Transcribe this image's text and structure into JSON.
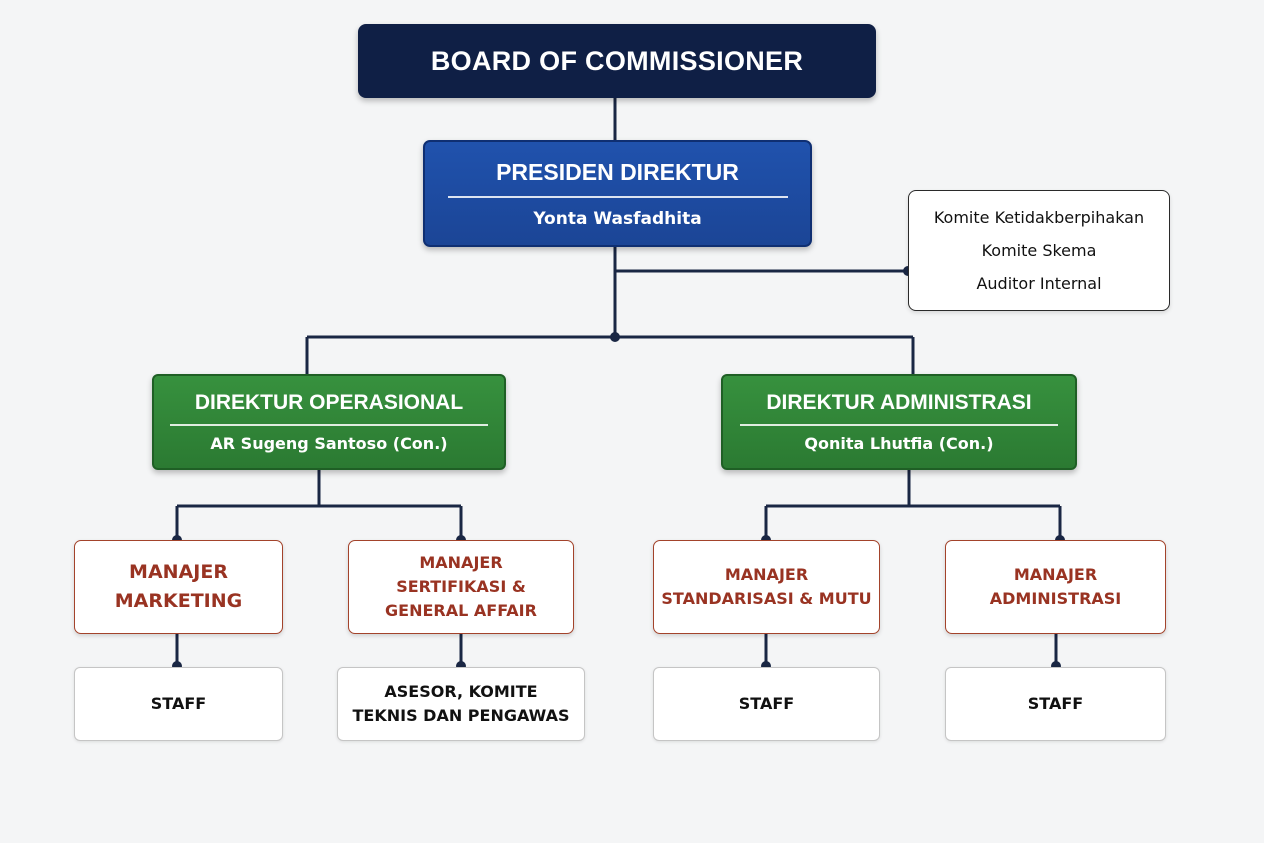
{
  "board": {
    "title": "BOARD OF COMMISSIONER"
  },
  "presiden": {
    "title": "PRESIDEN DIREKTUR",
    "name": "Yonta Wasfadhita"
  },
  "komite": {
    "lines": [
      "Komite Ketidakberpihakan",
      "Komite Skema",
      "Auditor Internal"
    ]
  },
  "direktur_operasional": {
    "title": "DIREKTUR OPERASIONAL",
    "name": "AR Sugeng Santoso (Con.)"
  },
  "direktur_administrasi": {
    "title": "DIREKTUR ADMINISTRASI",
    "name": "Qonita Lhutfia (Con.)"
  },
  "managers": [
    {
      "lines": [
        "MANAJER",
        "MARKETING"
      ]
    },
    {
      "lines": [
        "MANAJER",
        "SERTIFIKASI &",
        "GENERAL AFFAIR"
      ]
    },
    {
      "lines": [
        "MANAJER",
        "STANDARISASI & MUTU"
      ]
    },
    {
      "lines": [
        "MANAJER",
        "ADMINISTRASI"
      ]
    }
  ],
  "staff": [
    {
      "lines": [
        "STAFF"
      ]
    },
    {
      "lines": [
        "ASESOR, KOMITE",
        "TEKNIS DAN PENGAWAS"
      ]
    },
    {
      "lines": [
        "STAFF"
      ]
    },
    {
      "lines": [
        "STAFF"
      ]
    }
  ],
  "colors": {
    "board": "#0f1f45",
    "presiden": "#1f4fa8",
    "direktur": "#33893a",
    "manajer_border": "#a3432b",
    "manajer_text": "#993322",
    "connector": "#1a2744"
  }
}
